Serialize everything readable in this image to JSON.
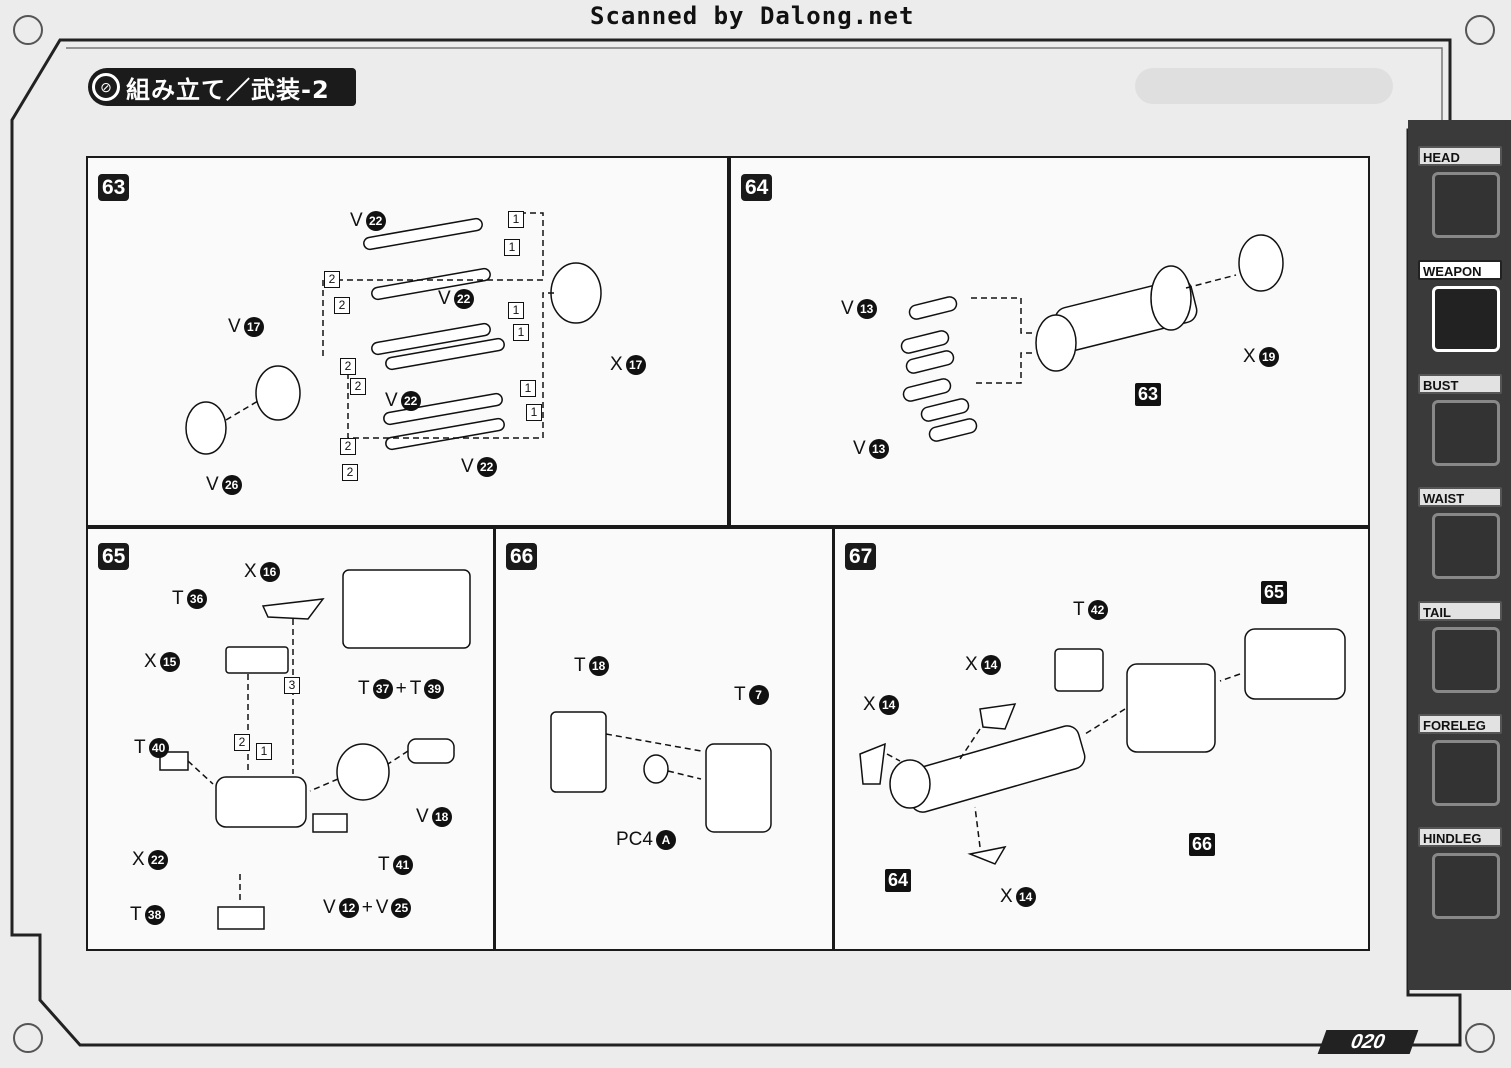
{
  "watermark": "Scanned by Dalong.net",
  "section_title": "組み立て／武装-2",
  "page_number": "020",
  "side_tabs": [
    {
      "label": "HEAD",
      "icon": "head-icon"
    },
    {
      "label": "WEAPON",
      "icon": "weapon-icon",
      "active": true
    },
    {
      "label": "BUST",
      "icon": "bust-icon"
    },
    {
      "label": "WAIST",
      "icon": "waist-icon"
    },
    {
      "label": "TAIL",
      "icon": "tail-icon"
    },
    {
      "label": "FORELEG",
      "icon": "foreleg-icon"
    },
    {
      "label": "HINDLEG",
      "icon": "hindleg-icon"
    }
  ],
  "steps": {
    "s63": {
      "number": "63",
      "labels": [
        [
          "V",
          "22"
        ],
        [
          "V",
          "22"
        ],
        [
          "V",
          "22"
        ],
        [
          "V",
          "22"
        ],
        [
          "V",
          "17"
        ],
        [
          "X",
          "17"
        ],
        [
          "V",
          "26"
        ]
      ],
      "seq": [
        "1",
        "1",
        "1",
        "1",
        "1",
        "1",
        "2",
        "2",
        "2",
        "2",
        "2",
        "2"
      ]
    },
    "s64": {
      "number": "64",
      "labels": [
        [
          "V",
          "13"
        ],
        [
          "V",
          "13"
        ],
        [
          "X",
          "19"
        ]
      ],
      "ref": "63"
    },
    "s65": {
      "number": "65",
      "labels": [
        [
          "X",
          "16"
        ],
        [
          "T",
          "36"
        ],
        [
          "X",
          "15"
        ],
        [
          "T",
          "40"
        ],
        [
          "X",
          "22"
        ],
        [
          "T",
          "38"
        ],
        [
          "T",
          "41"
        ],
        [
          "V",
          "18"
        ],
        [
          "V",
          "12"
        ],
        [
          "V",
          "25"
        ],
        [
          "T",
          "37"
        ],
        [
          "T",
          "39"
        ]
      ],
      "seq": [
        "3",
        "2",
        "1"
      ]
    },
    "s66": {
      "number": "66",
      "labels": [
        [
          "T",
          "18"
        ],
        [
          "T",
          "7"
        ],
        [
          "PC4",
          "A"
        ]
      ]
    },
    "s67": {
      "number": "67",
      "labels": [
        [
          "T",
          "42"
        ],
        [
          "X",
          "14"
        ],
        [
          "X",
          "14"
        ],
        [
          "X",
          "14"
        ]
      ],
      "refs": [
        "65",
        "66",
        "64"
      ]
    }
  }
}
